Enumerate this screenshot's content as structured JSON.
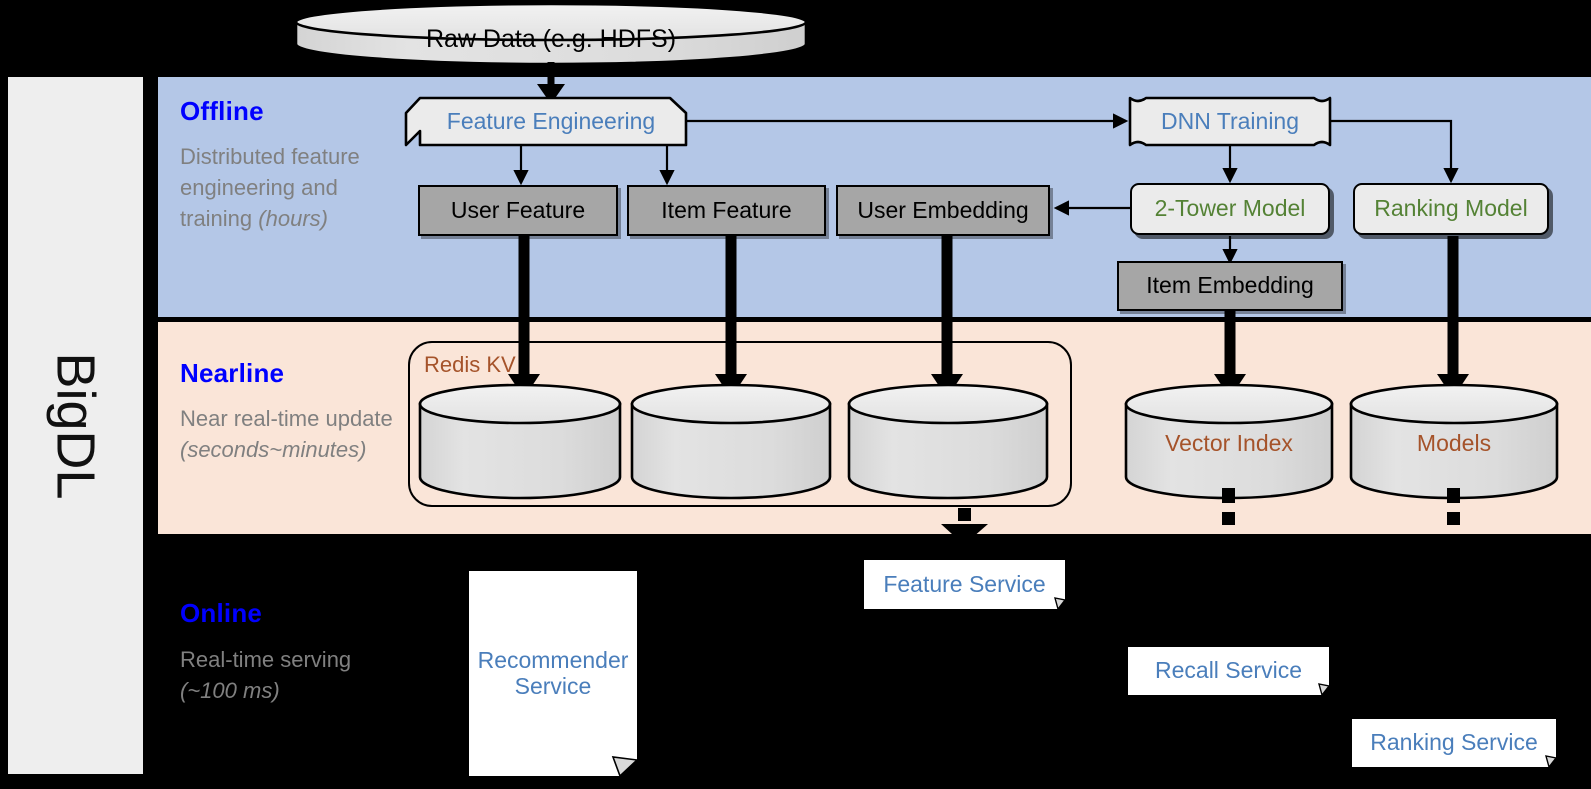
{
  "sidebar": {
    "label": "BigDL"
  },
  "bands": [
    {
      "id": "offline",
      "title": "Offline",
      "subtitle_main": "Distributed feature engineering and training ",
      "subtitle_italic": "(hours)"
    },
    {
      "id": "nearline",
      "title": "Nearline",
      "subtitle_main": "Near real-time update ",
      "subtitle_italic": "(seconds~minutes)"
    },
    {
      "id": "online",
      "title": "Online",
      "subtitle_main": "Real-time serving ",
      "subtitle_italic": "(~100 ms)"
    }
  ],
  "nodes": {
    "raw_data": "Raw Data (e.g. HDFS)",
    "feature_engineering": "Feature Engineering",
    "dnn_training": "DNN Training",
    "user_feature": "User Feature",
    "item_feature": "Item Feature",
    "user_embedding": "User Embedding",
    "two_tower_model": "2-Tower Model",
    "ranking_model": "Ranking Model",
    "item_embedding": "Item Embedding",
    "redis_kv": "Redis KV",
    "vector_index": "Vector Index",
    "models": "Models",
    "recommender_service": "Recommender Service",
    "recommender_service_l1": "Recommender",
    "recommender_service_l2": "Service",
    "feature_service": "Feature Service",
    "recall_service": "Recall Service",
    "ranking_service": "Ranking Service"
  },
  "colors": {
    "offline_band": "#b4c7e7",
    "nearline_band": "#fae5d8",
    "online_band": "#000000",
    "band_title": "#0000ff",
    "band_subtitle": "#808080",
    "process_text_blue": "#4a7ebb",
    "model_text_green": "#548235",
    "storage_text_brown": "#a5532a",
    "gray_box_fill": "#a6a6a6",
    "light_box_fill": "#ebebeb",
    "rail_fill": "#eeeeee"
  }
}
